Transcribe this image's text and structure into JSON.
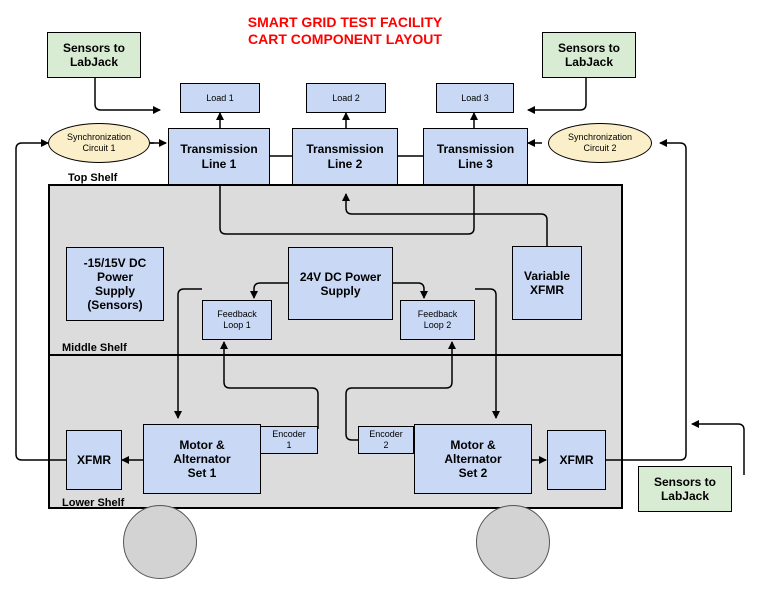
{
  "title": {
    "line1": "SMART GRID TEST FACILITY",
    "line2": "CART COMPONENT LAYOUT"
  },
  "sensors": {
    "top_left": "Sensors to\nLabJack",
    "top_right": "Sensors to\nLabJack",
    "bottom_right": "Sensors to\nLabJack"
  },
  "loads": [
    "Load 1",
    "Load 2",
    "Load 3"
  ],
  "transmission_lines": [
    "Transmission\nLine 1",
    "Transmission\nLine 2",
    "Transmission\nLine 3"
  ],
  "sync_circuits": [
    "Synchronization\nCircuit 1",
    "Synchronization\nCircuit 2"
  ],
  "shelves": {
    "top": "Top Shelf",
    "middle": "Middle Shelf",
    "lower": "Lower Shelf"
  },
  "power_supplies": {
    "sensors_dc": "-15/15V DC\nPower\nSupply\n(Sensors)",
    "dc_24v": "24V DC Power\nSupply"
  },
  "variable_xfmr": "Variable\nXFMR",
  "feedback_loops": [
    "Feedback\nLoop 1",
    "Feedback\nLoop 2"
  ],
  "motor_sets": [
    "Motor &\nAlternator\nSet 1",
    "Motor &\nAlternator\nSet 2"
  ],
  "encoders": [
    "Encoder\n1",
    "Encoder\n2"
  ],
  "xfmrs": [
    "XFMR",
    "XFMR"
  ],
  "colors": {
    "title": "#ff0000",
    "component_fill": "#c9d9f5",
    "sensor_fill": "#d8ebd3",
    "sync_fill": "#fbefc9",
    "shelf_fill": "#dcdcdc"
  }
}
